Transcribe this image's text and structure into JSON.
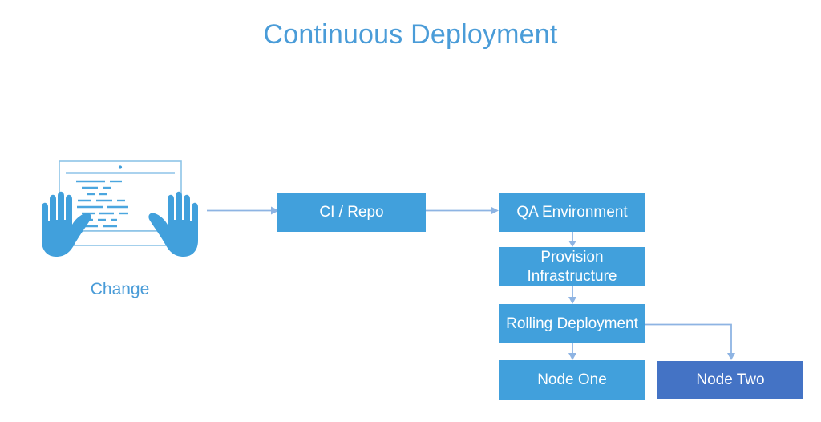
{
  "diagram": {
    "title": "Continuous Deployment",
    "colors": {
      "title_blue": "#4a9cd8",
      "box_blue": "#41a0dc",
      "box_alt_blue": "#4473c5",
      "connector_blue": "#8eb4e3",
      "illustration_blue": "#41a0dc",
      "illustration_line": "#8ec4e8",
      "box_text": "#ffffff",
      "background": "#ffffff"
    },
    "source": {
      "label": "Change",
      "icon": "hands-laptop-code-illustration"
    },
    "nodes": [
      {
        "id": "ci-repo",
        "label": "CI / Repo",
        "style": "primary"
      },
      {
        "id": "qa-environment",
        "label": "QA Environment",
        "style": "primary"
      },
      {
        "id": "provision-infrastructure",
        "label": "Provision Infrastructure",
        "style": "primary"
      },
      {
        "id": "rolling-deployment",
        "label": "Rolling Deployment",
        "style": "primary"
      },
      {
        "id": "node-one",
        "label": "Node One",
        "style": "primary"
      },
      {
        "id": "node-two",
        "label": "Node Two",
        "style": "alt"
      }
    ],
    "edges": [
      {
        "id": "change-to-ci",
        "from": "Change",
        "to": "CI / Repo",
        "kind": "arrow-right"
      },
      {
        "id": "ci-to-qa",
        "from": "CI / Repo",
        "to": "QA Environment",
        "kind": "arrow-right"
      },
      {
        "id": "qa-to-provision",
        "from": "QA Environment",
        "to": "Provision Infrastructure",
        "kind": "arrow-down"
      },
      {
        "id": "provision-to-rolling",
        "from": "Provision Infrastructure",
        "to": "Rolling Deployment",
        "kind": "arrow-down"
      },
      {
        "id": "rolling-to-node-one",
        "from": "Rolling Deployment",
        "to": "Node One",
        "kind": "arrow-down"
      },
      {
        "id": "rolling-to-node-two",
        "from": "Rolling Deployment",
        "to": "Node Two",
        "kind": "elbow-right-down"
      }
    ]
  }
}
